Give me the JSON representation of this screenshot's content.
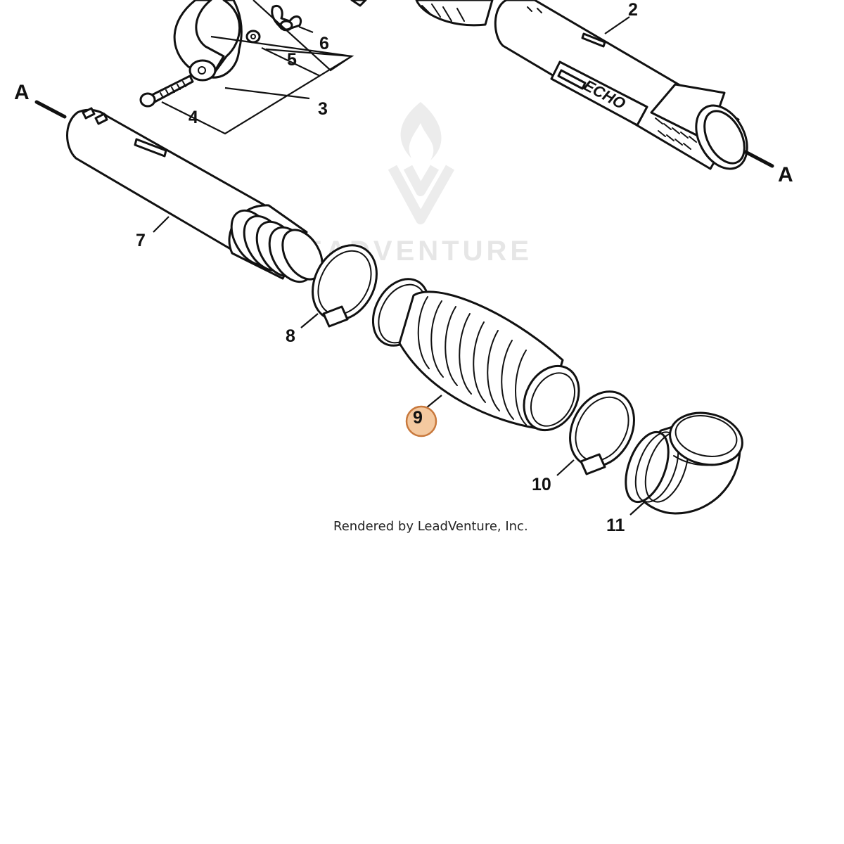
{
  "diagram": {
    "callouts": [
      {
        "id": "2",
        "label": "2"
      },
      {
        "id": "3",
        "label": "3"
      },
      {
        "id": "4",
        "label": "4"
      },
      {
        "id": "5",
        "label": "5"
      },
      {
        "id": "6",
        "label": "6"
      },
      {
        "id": "7",
        "label": "7"
      },
      {
        "id": "8",
        "label": "8"
      },
      {
        "id": "9",
        "label": "9",
        "highlighted": true
      },
      {
        "id": "10",
        "label": "10"
      },
      {
        "id": "11",
        "label": "11"
      }
    ],
    "reference_left": "A",
    "reference_right": "A",
    "brand_text": "ECHO",
    "watermark_text": "LEADVENTURE",
    "credit": "Rendered by LeadVenture, Inc.",
    "highlight_color": "#f4c9a0",
    "highlight_border": "#c8783c",
    "watermark_color": "#e6e6e6"
  }
}
